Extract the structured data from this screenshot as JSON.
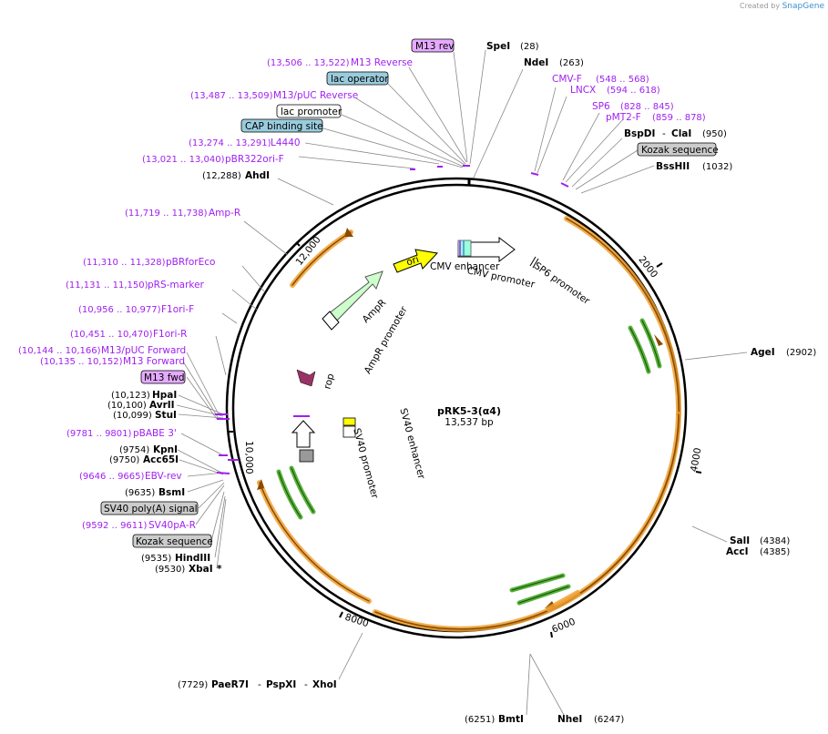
{
  "credit": {
    "created_by": "Created by",
    "brand": "SnapGene"
  },
  "plasmid": {
    "name": "pRK5-3(α4)",
    "length": "13,537 bp"
  },
  "tick_labels": [
    "2000",
    "4000",
    "6000",
    "8000",
    "10,000",
    "12,000"
  ],
  "sites": {
    "spei": {
      "name": "SpeI",
      "pos": "(28)"
    },
    "ndei": {
      "name": "NdeI",
      "pos": "(263)"
    },
    "bspdi": {
      "name": "BspDI",
      "sep": "-",
      "name2": "ClaI",
      "pos": "(950)"
    },
    "bsshii": {
      "name": "BssHII",
      "pos": "(1032)"
    },
    "agei": {
      "name": "AgeI",
      "pos": "(2902)"
    },
    "sali": {
      "name": "SalI",
      "pos": "(4384)"
    },
    "acci": {
      "name": "AccI",
      "pos": "(4385)"
    },
    "nhei": {
      "name": "NheI",
      "pos": "(6247)"
    },
    "bmti": {
      "name": "BmtI",
      "pos": "(6251)"
    },
    "paer7i": {
      "pos": "(7729)",
      "name": "PaeR7I",
      "sep1": "-",
      "name2": "PspXI",
      "sep2": "-",
      "name3": "XhoI"
    },
    "xbai": {
      "pos": "(9530)",
      "name": "XbaI",
      "star": "*"
    },
    "hindiii": {
      "pos": "(9535)",
      "name": "HindIII"
    },
    "bsmi": {
      "pos": "(9635)",
      "name": "BsmI"
    },
    "acc65i": {
      "pos": "(9750)",
      "name": "Acc65I"
    },
    "kpni": {
      "pos": "(9754)",
      "name": "KpnI"
    },
    "stui": {
      "pos": "(10,099)",
      "name": "StuI"
    },
    "avrii": {
      "pos": "(10,100)",
      "name": "AvrII"
    },
    "hpai": {
      "pos": "(10,123)",
      "name": "HpaI"
    },
    "ahdi": {
      "pos": "(12,288)",
      "name": "AhdI"
    }
  },
  "primers": {
    "cmvf": {
      "name": "CMV-F",
      "range": "(548 .. 568)"
    },
    "lncx": {
      "name": "LNCX",
      "range": "(594 .. 618)"
    },
    "sp6": {
      "name": "SP6",
      "range": "(828 .. 845)"
    },
    "pmt2f": {
      "name": "pMT2-F",
      "range": "(859 .. 878)"
    },
    "m13rev": {
      "name": "M13 rev"
    },
    "m13reverse": {
      "range": "(13,506 .. 13,522)",
      "name": "M13 Reverse"
    },
    "m13pucrev": {
      "range": "(13,487 .. 13,509)",
      "name": "M13/pUC Reverse"
    },
    "l4440": {
      "range": "(13,274 .. 13,291)",
      "name": "L4440"
    },
    "pbr322": {
      "range": "(13,021 .. 13,040)",
      "name": "pBR322ori-F"
    },
    "ampr": {
      "range": "(11,719 .. 11,738)",
      "name": "Amp-R"
    },
    "pbrforeco": {
      "range": "(11,310 .. 11,328)",
      "name": "pBRforEco"
    },
    "prsmarker": {
      "range": "(11,131 .. 11,150)",
      "name": "pRS-marker"
    },
    "f1orif": {
      "range": "(10,956 .. 10,977)",
      "name": "F1ori-F"
    },
    "f1orir": {
      "range": "(10,451 .. 10,470)",
      "name": "F1ori-R"
    },
    "m13pucfwd": {
      "range": "(10,144 .. 10,166)",
      "name": "M13/pUC Forward"
    },
    "m13forward": {
      "range": "(10,135 .. 10,152)",
      "name": "M13 Forward"
    },
    "m13fwd": {
      "name": "M13 fwd"
    },
    "pbabe3": {
      "range": "(9781 .. 9801)",
      "name": "pBABE 3'"
    },
    "ebvrev": {
      "range": "(9646 .. 9665)",
      "name": "EBV-rev"
    },
    "sv40par": {
      "range": "(9592 .. 9611)",
      "name": "SV40pA-R"
    }
  },
  "features_boxed": {
    "lac_operator": "lac operator",
    "lac_promoter": "lac promoter",
    "cap_site": "CAP binding site",
    "kozak_top": "Kozak sequence",
    "sv40_polya": "SV40 poly(A) signal",
    "kozak_bottom": "Kozak sequence"
  },
  "features_inner": {
    "cmv_enhancer": "CMV enhancer",
    "cmv_promoter": "CMV promoter",
    "sp6_promoter": "SP6 promoter",
    "ori": "ori",
    "ampr": "AmpR",
    "ampr_promoter": "AmpR promoter",
    "rop": "rop",
    "sv40_enhancer": "SV40 enhancer",
    "sv40_promoter": "SV40 promoter"
  },
  "colors": {
    "primer": "#a020f0",
    "orf": "#f0a030",
    "green_feature": "#44aa22",
    "ori": "#ffff00",
    "ampr": "#ccffcc",
    "rop": "#993366",
    "lac_box": "#99ccdd",
    "primer_box": "#e5aaff",
    "grey_box": "#cccccc"
  }
}
